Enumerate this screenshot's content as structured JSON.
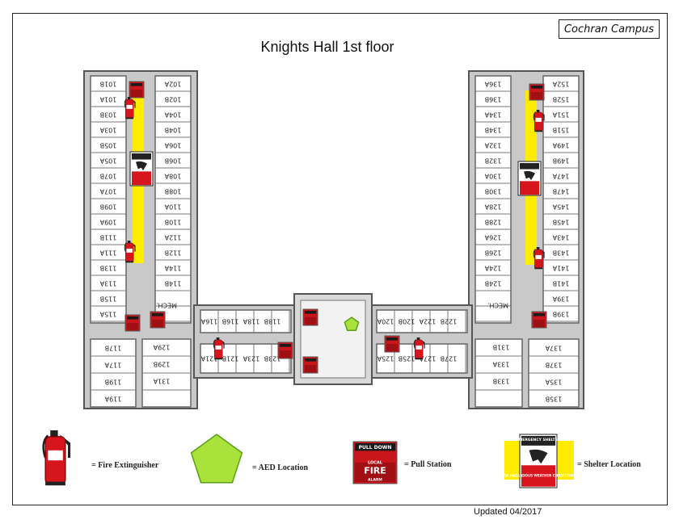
{
  "campus_label": "Cochran Campus",
  "title": "Knights Hall 1st floor",
  "updated": "Updated 04/2017",
  "colors": {
    "corridor": "#ffec00",
    "fire_red": "#d6161c",
    "aed_green": "#a8e23a",
    "wall": "#7a7a7a"
  },
  "sign_text": {
    "pull_top": "PULL DOWN",
    "pull_mid": "LOCAL",
    "pull_big": "FIRE",
    "pull_bot": "ALARM",
    "shelter_top": "EMERGENCY SHELTER",
    "shelter_bot": "FOR HAZARDOUS WEATHER CONDITIONS"
  },
  "rooms": {
    "west_outer": [
      "101B",
      "101A",
      "103B",
      "103A",
      "105B",
      "105A",
      "107B",
      "107A",
      "109B",
      "109A",
      "111B",
      "111A",
      "113B",
      "113A",
      "115B",
      "115A",
      "117B",
      "117A",
      "119B",
      "119A"
    ],
    "west_inner": [
      "102A",
      "102B",
      "104A",
      "104B",
      "106A",
      "106B",
      "108A",
      "108B",
      "110A",
      "110B",
      "112A",
      "112B",
      "114A",
      "114B"
    ],
    "east_outer": [
      "152A",
      "152B",
      "151A",
      "151B",
      "149A",
      "149B",
      "147A",
      "147B",
      "145A",
      "145B",
      "143A",
      "143B",
      "141A",
      "141B",
      "139A",
      "139B",
      "137A",
      "137B",
      "135A",
      "135B"
    ],
    "east_inner": [
      "136A",
      "136B",
      "134A",
      "134B",
      "132A",
      "132B",
      "130A",
      "130B",
      "128A",
      "128B",
      "126A",
      "126B",
      "124A",
      "124B"
    ],
    "center_top": [
      "116A",
      "116B",
      "118A",
      "118B",
      "120A",
      "120B",
      "122A",
      "122B"
    ],
    "center_bottom": [
      "121A",
      "121B",
      "123A",
      "123B",
      "125A",
      "125B",
      "127A",
      "127B",
      "129A",
      "129B",
      "131A",
      "131B",
      "133A",
      "133B"
    ],
    "mech": [
      "MECH.",
      "MECH."
    ]
  },
  "legend": {
    "extinguisher": "= Fire Extinguisher",
    "aed": "= AED Location",
    "pull": "= Pull Station",
    "shelter": "= Shelter Location"
  }
}
